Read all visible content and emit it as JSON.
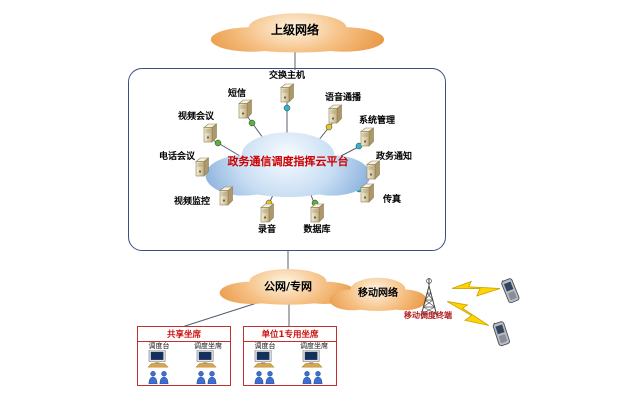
{
  "clouds": {
    "upper": {
      "label": "上级网络"
    },
    "platform": {
      "label": "政务通信调度指挥云平台"
    },
    "public": {
      "label": "公网/专网"
    },
    "mobile": {
      "label": "移动网络"
    }
  },
  "platform_nodes": [
    {
      "label": "交换主机"
    },
    {
      "label": "短信"
    },
    {
      "label": "语音通播"
    },
    {
      "label": "视频会议"
    },
    {
      "label": "系统管理"
    },
    {
      "label": "电话会议"
    },
    {
      "label": "政务通知"
    },
    {
      "label": "视频监控"
    },
    {
      "label": "传真"
    },
    {
      "label": "录音"
    },
    {
      "label": "数据库"
    }
  ],
  "mobile_terminal": {
    "label": "移动调度终端"
  },
  "seat_groups": [
    {
      "title": "共享坐席",
      "consoles": [
        {
          "label": "调度台"
        },
        {
          "label": "调度坐席"
        }
      ]
    },
    {
      "title": "单位1专用坐席",
      "consoles": [
        {
          "label": "调度台"
        },
        {
          "label": "调度坐席"
        }
      ]
    }
  ],
  "colors": {
    "cloud_orange": "#e8953f",
    "cloud_blue": "#7fa9d9",
    "platform_text_red": "#cc0000",
    "seat_accent_red": "#c03030",
    "line_gray": "#55606e",
    "ball_teal": "#2bb8c8",
    "ball_green": "#57b33a",
    "ball_yellow": "#e3c629"
  }
}
